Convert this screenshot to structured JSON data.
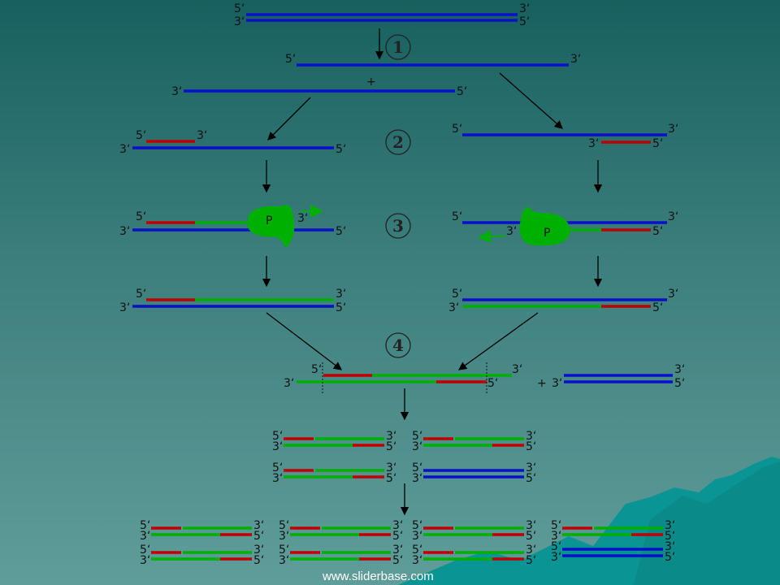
{
  "labels": {
    "five": "5‘",
    "three": "3‘",
    "plus": "+",
    "polymerase": "P"
  },
  "steps": [
    "1",
    "2",
    "3",
    "4"
  ],
  "watermark": "www.sliderbase.com",
  "colors": {
    "template": "#0a10c8",
    "primer": "#c00000",
    "new_strand": "#00b000",
    "arrow": "#000000",
    "background_top": "#17605f",
    "background_bottom": "#5f9d9a",
    "mountain": "#0a9494"
  }
}
